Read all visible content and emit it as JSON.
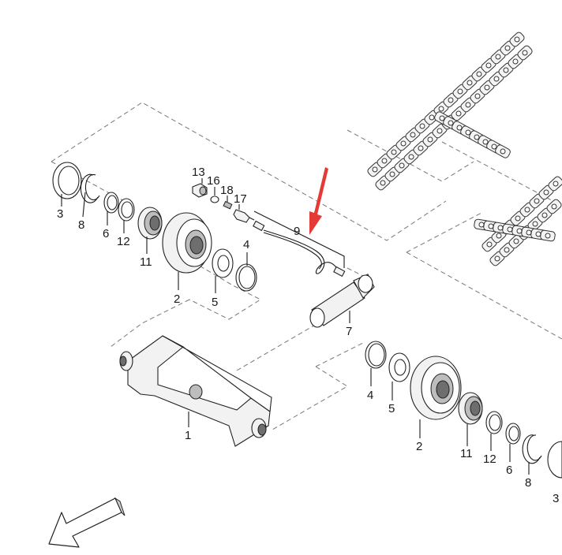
{
  "accent_color": "#e53935",
  "callouts": {
    "c1": "1",
    "c2a": "2",
    "c2b": "2",
    "c3a": "3",
    "c3b": "3",
    "c4a": "4",
    "c4b": "4",
    "c5a": "5",
    "c5b": "5",
    "c6a": "6",
    "c6b": "6",
    "c7": "7",
    "c8a": "8",
    "c8b": "8",
    "c9": "9",
    "c11a": "11",
    "c11b": "11",
    "c12a": "12",
    "c12b": "12",
    "c13": "13",
    "c16": "16",
    "c17": "17",
    "c18": "18"
  }
}
